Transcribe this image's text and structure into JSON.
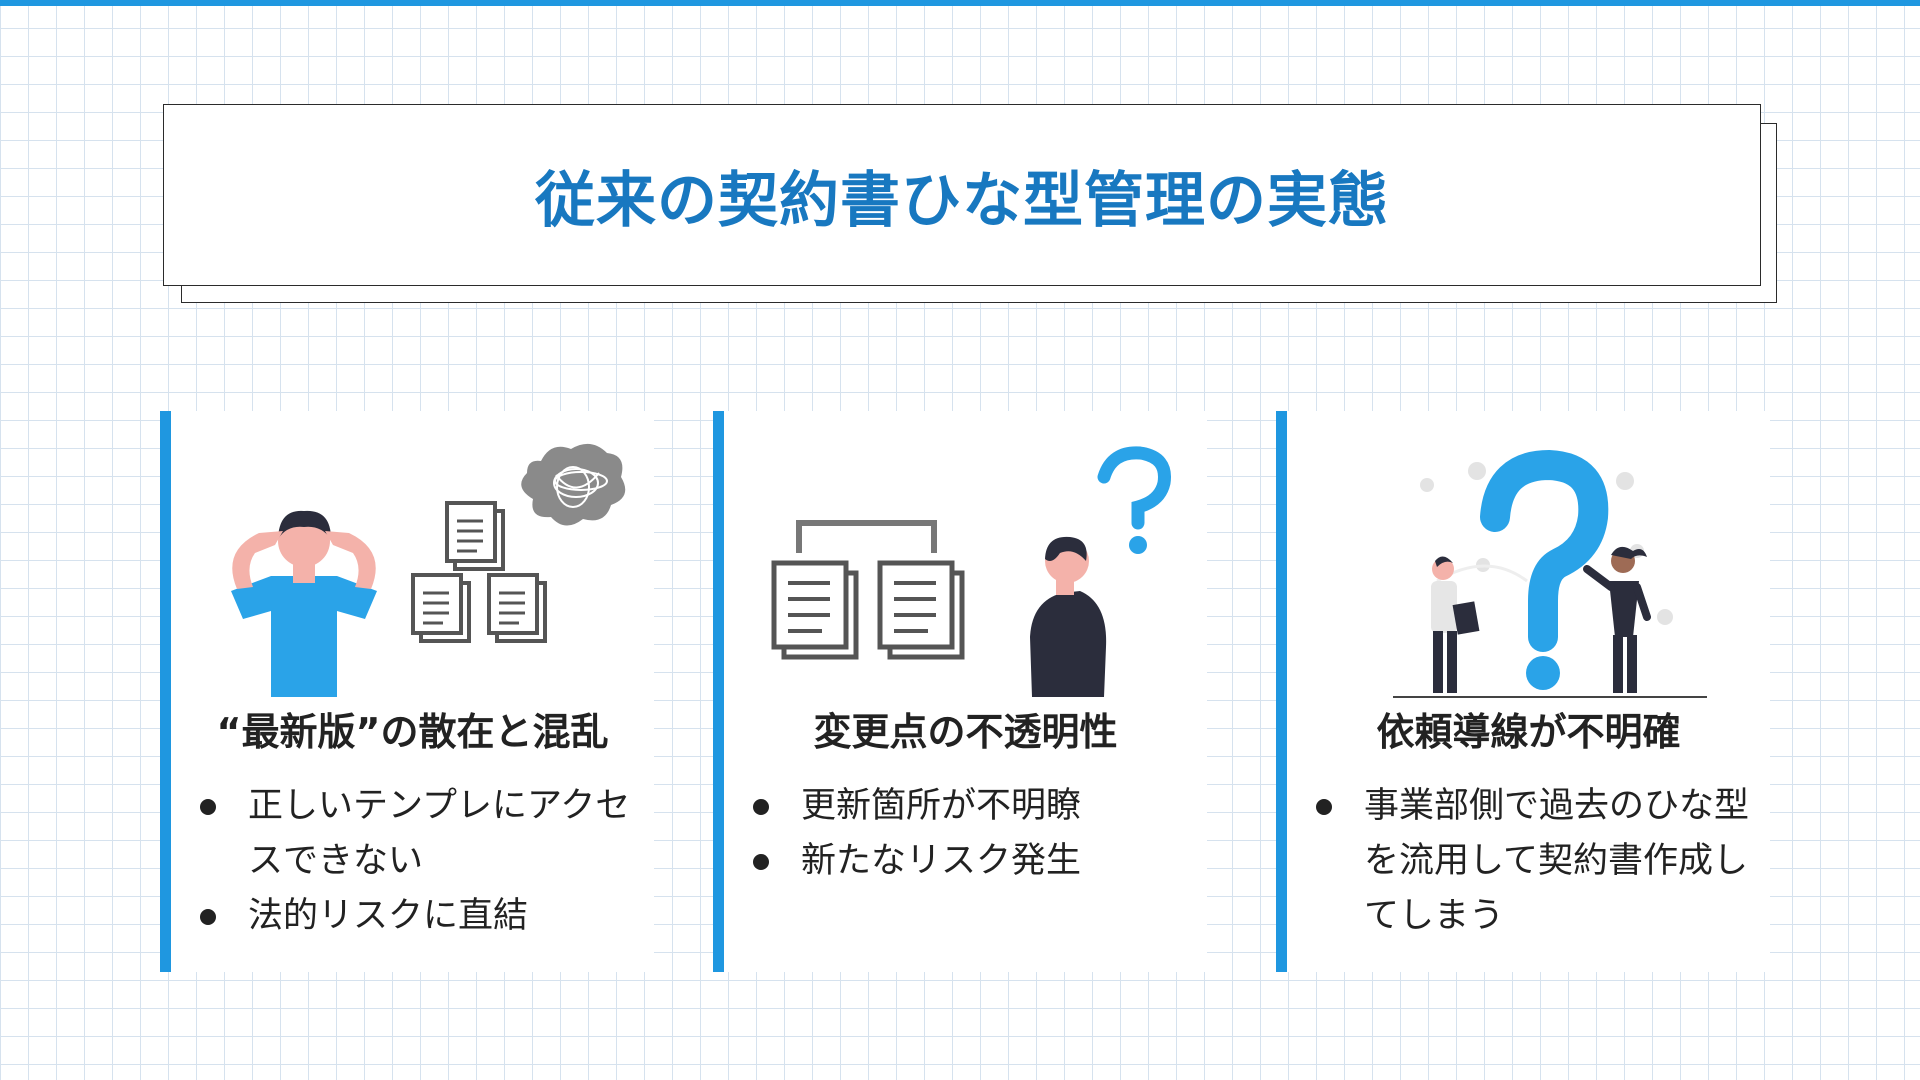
{
  "title": "従来の契約書ひな型管理の実態",
  "colors": {
    "accent": "#1f97e0",
    "title": "#1878c0",
    "text": "#222222"
  },
  "cards": [
    {
      "heading": "“最新版”の散在と混乱",
      "illustration": "confused-person-with-documents",
      "bullets": [
        "正しいテンプレにアクセスできない",
        "法的リスクに直結"
      ]
    },
    {
      "heading": "変更点の不透明性",
      "illustration": "document-comparison-question",
      "bullets": [
        "更新箇所が不明瞭",
        "新たなリスク発生"
      ]
    },
    {
      "heading": "依頼導線が不明確",
      "illustration": "people-with-question-mark",
      "bullets": [
        "事業部側で過去のひな型を流用して契約書作成してしまう"
      ]
    }
  ]
}
